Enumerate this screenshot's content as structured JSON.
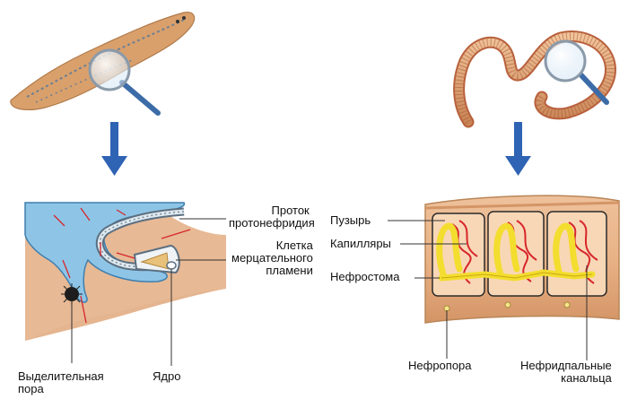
{
  "left": {
    "labels": {
      "protok_line1": "Проток",
      "protok_line2": "протонефридия",
      "kletka_line1": "Клетка",
      "kletka_line2": "мерцательного",
      "kletka_line3": "пламени",
      "vydel_line1": "Выделительная",
      "vydel_line2": "пора",
      "yadro": "Ядро"
    }
  },
  "right": {
    "labels": {
      "puzyr": "Пузырь",
      "kapillyary": "Капилляры",
      "nefrostoma": "Нефростома",
      "nefropora": "Нефропора",
      "kanal_line1": "Нефридпальные",
      "kanal_line2": "канальца"
    }
  },
  "colors": {
    "arrow_blue": "#2f63b4",
    "duct_blue": "#8ec5e6",
    "worm_flesh": "#e2a877",
    "planaria_skin": "#d99b6a",
    "nephridium_yellow": "#f3dd2e",
    "capillary_red": "#d7262a"
  },
  "icons": [
    "magnifier-icon",
    "down-arrow-icon"
  ]
}
